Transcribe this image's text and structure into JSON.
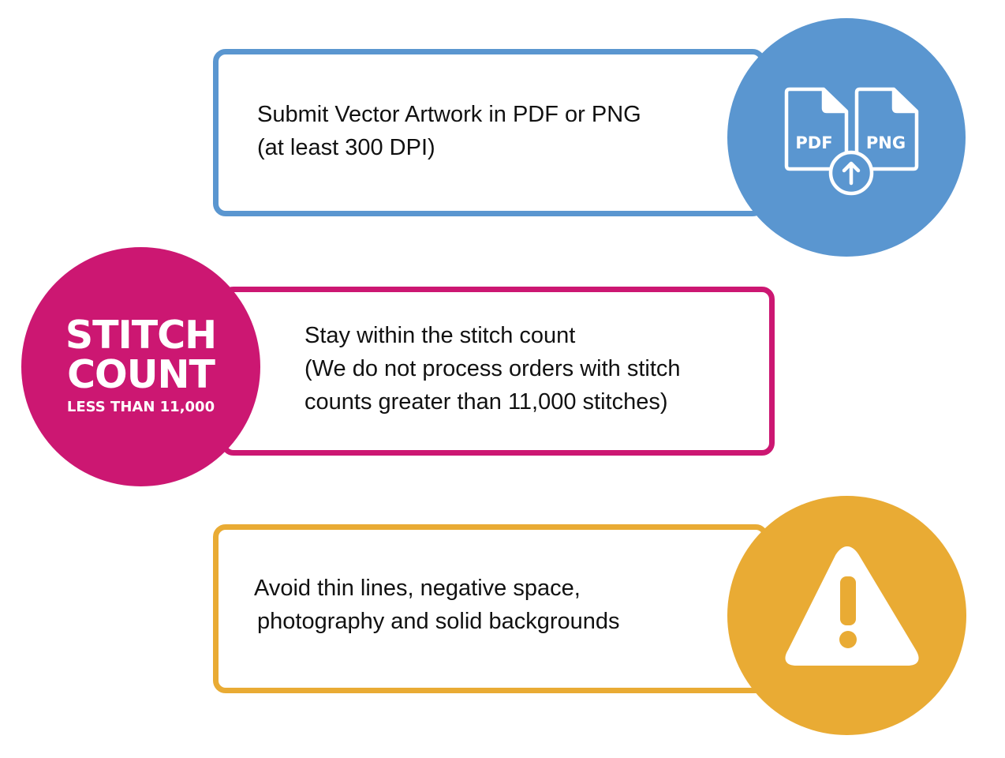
{
  "steps": [
    {
      "text_lines": [
        "Submit Vector Artwork in PDF or PNG",
        "(at least 300 DPI)"
      ],
      "accent_color": "#5a96d0",
      "icon": {
        "name": "file-upload-icon",
        "file_labels": [
          "PDF",
          "PNG"
        ]
      }
    },
    {
      "text_lines": [
        "Stay within the stitch count",
        "(We do not process orders with stitch",
        "counts greater than 11,000 stitches)"
      ],
      "accent_color": "#cc1772",
      "badge": {
        "line1": "STITCH",
        "line2": "COUNT",
        "line3": "LESS THAN 11,000"
      }
    },
    {
      "text_lines": [
        "Avoid thin lines, negative space,",
        "photography and solid backgrounds"
      ],
      "accent_color": "#e9ab34",
      "icon": {
        "name": "warning-icon"
      }
    }
  ]
}
